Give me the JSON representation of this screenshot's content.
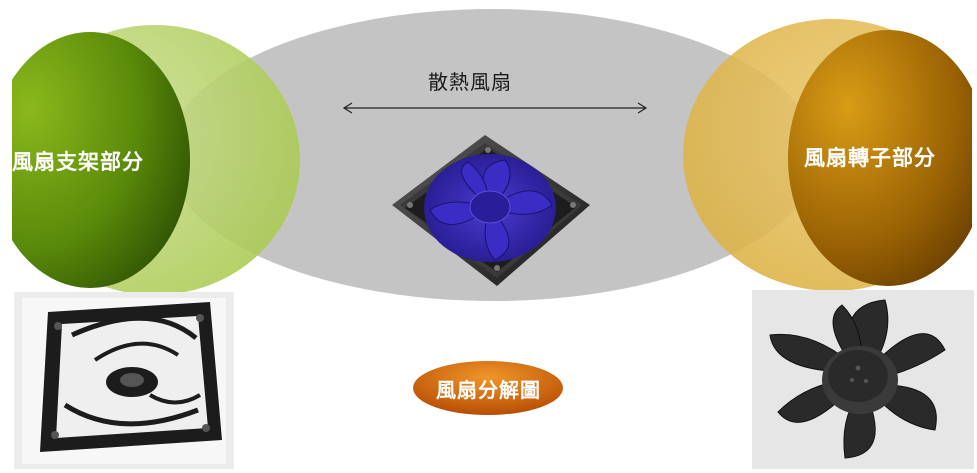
{
  "center_ellipse": {
    "label": "散熱風扇",
    "color": "#c6c6c6"
  },
  "left_section": {
    "label": "風扇支架部分",
    "outer_color": "#b7d36a",
    "inner_color": "#4f7d07"
  },
  "right_section": {
    "label": "風扇轉子部分",
    "outer_color": "#e0b84c",
    "inner_color": "#8a5600"
  },
  "badge": {
    "label": "風扇分解圖",
    "color": "#d06a0a"
  },
  "icons": [
    "double-arrow",
    "fan-assembly",
    "fan-frame-photo",
    "fan-rotor-photo"
  ]
}
